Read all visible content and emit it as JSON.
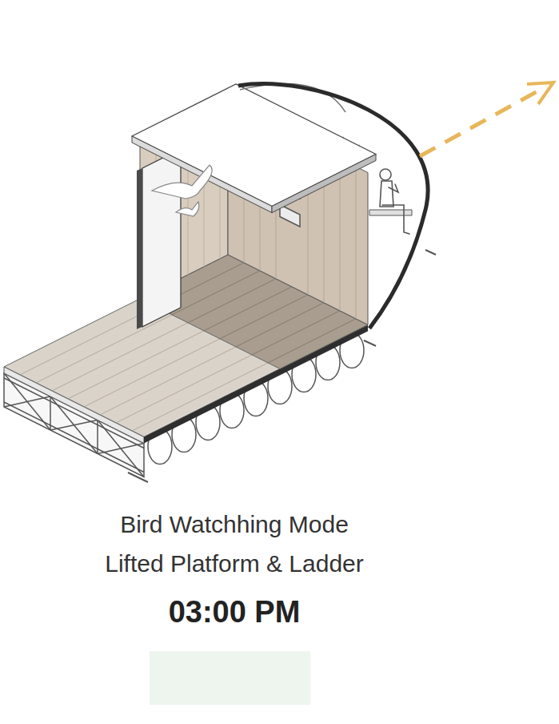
{
  "diagram": {
    "labels": [
      "Bird Watchhing Mode",
      "Lifted Platform & Ladder",
      "03:00 PM"
    ]
  }
}
